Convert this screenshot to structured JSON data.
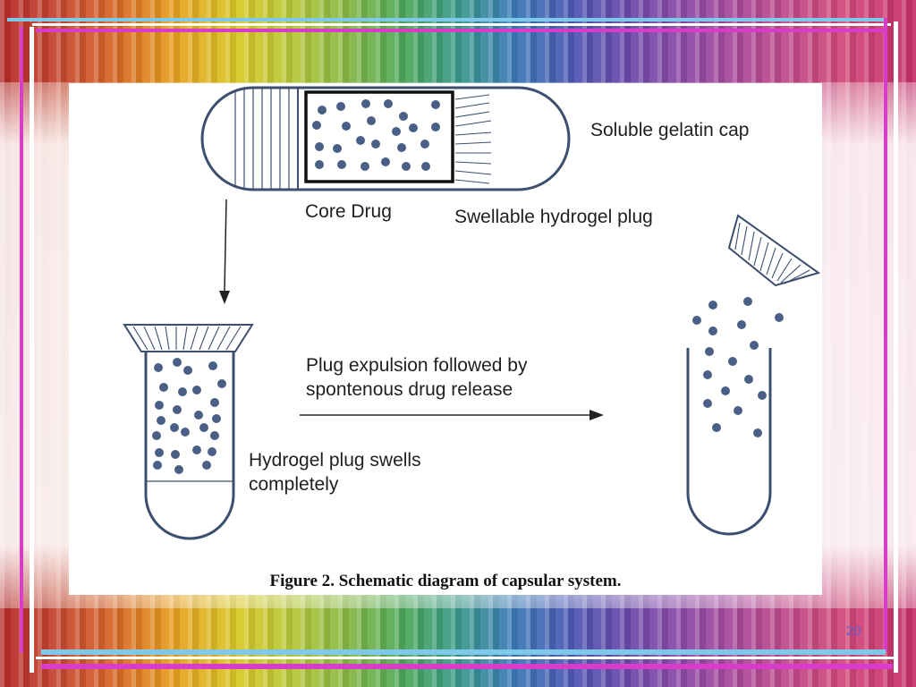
{
  "figure": {
    "labels": {
      "soluble_cap": "Soluble gelatin cap",
      "core_drug": "Core Drug",
      "hydrogel_plug": "Swellable hydrogel plug",
      "expulsion_line1": "Plug expulsion followed by",
      "expulsion_line2": "spontenous drug release",
      "swells_line1": "Hydrogel plug swells",
      "swells_line2": "completely"
    },
    "caption": "Figure 2. Schematic diagram of capsular system."
  },
  "slide": {
    "page_number": "20"
  },
  "colors": {
    "dot": "#4a5f85",
    "outline": "#3d4f6e",
    "frame_blue": "#7ec8ea",
    "frame_magenta": "#d83cc8"
  }
}
